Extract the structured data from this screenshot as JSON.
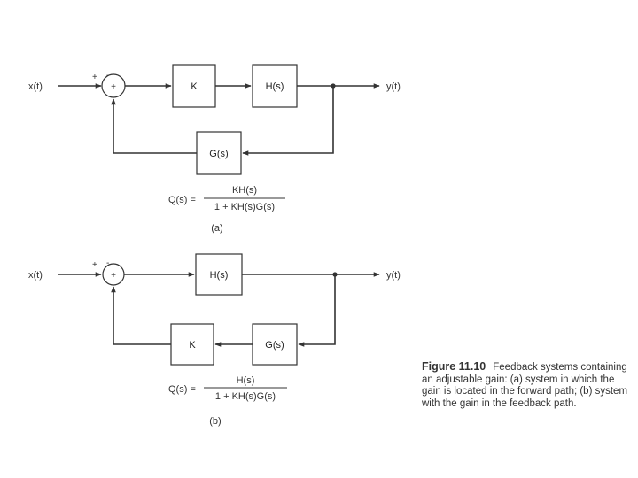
{
  "diagram_a": {
    "input_label": "x(t)",
    "output_label": "y(t)",
    "sum_plus_sign": "+",
    "sum_minus_sign": "-",
    "sum_symbol": "+",
    "forward_block_1": "K",
    "forward_block_2": "H(s)",
    "feedback_block": "G(s)",
    "tf_lhs": "Q(s) =",
    "tf_numerator": "KH(s)",
    "tf_denominator": "1 + KH(s)G(s)",
    "part_label": "(a)"
  },
  "diagram_b": {
    "input_label": "x(t)",
    "output_label": "y(t)",
    "sum_plus_sign": "+",
    "sum_minus_sign": "-",
    "sum_symbol": "+",
    "forward_block": "H(s)",
    "feedback_block_1": "G(s)",
    "feedback_block_2": "K",
    "tf_lhs": "Q(s) =",
    "tf_numerator": "H(s)",
    "tf_denominator": "1 + KH(s)G(s)",
    "part_label": "(b)"
  },
  "caption": {
    "figure_number": "Figure 11.10",
    "text": "Feedback systems containing an adjustable gain: (a) system in which the gain is located in the forward path; (b) system with the gain in the feedback path."
  }
}
